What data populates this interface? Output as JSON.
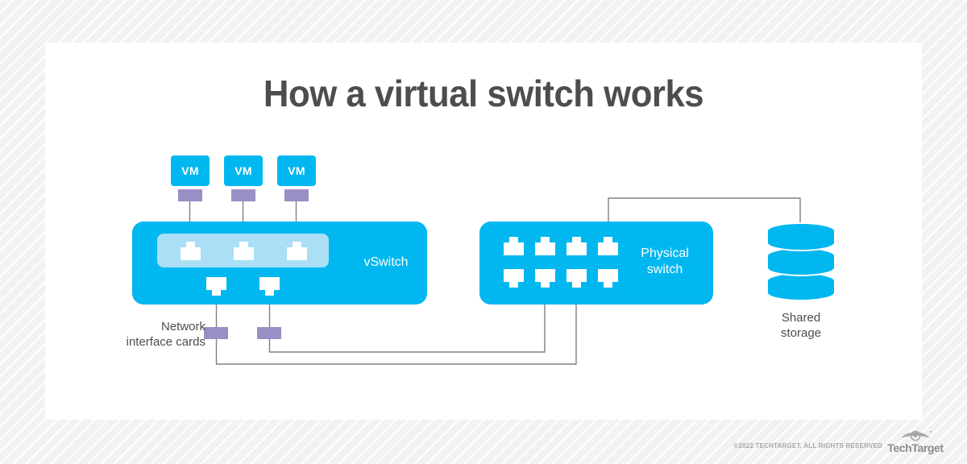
{
  "page": {
    "title": "How a virtual switch works",
    "background_color": "#f2f2f2",
    "card_color": "#ffffff"
  },
  "colors": {
    "accent_cyan": "#00b7f0",
    "inner_panel": "#aadff6",
    "nic_purple": "#9a8fc4",
    "text_gray": "#4d4d4d",
    "line_gray": "#808080",
    "footer_gray": "#a6a6a6"
  },
  "diagram": {
    "vms": [
      {
        "label": "VM"
      },
      {
        "label": "VM"
      },
      {
        "label": "VM"
      }
    ],
    "vswitch": {
      "label": "vSwitch",
      "uplink_ports": 3,
      "downlink_ports": 2
    },
    "physical_switch": {
      "label": "Physical\nswitch",
      "label_line1": "Physical",
      "label_line2": "switch",
      "top_ports": 4,
      "bottom_ports": 4
    },
    "shared_storage": {
      "label_line1": "Shared",
      "label_line2": "storage",
      "segments": 3
    },
    "nic_label": {
      "line1": "Network",
      "line2": "interface cards"
    },
    "nic_count_host": 2,
    "nic_count_vm": 3
  },
  "footer": {
    "copyright": "©2022 TECHTARGET. ALL RIGHTS RESERVED",
    "brand": "TechTarget"
  }
}
